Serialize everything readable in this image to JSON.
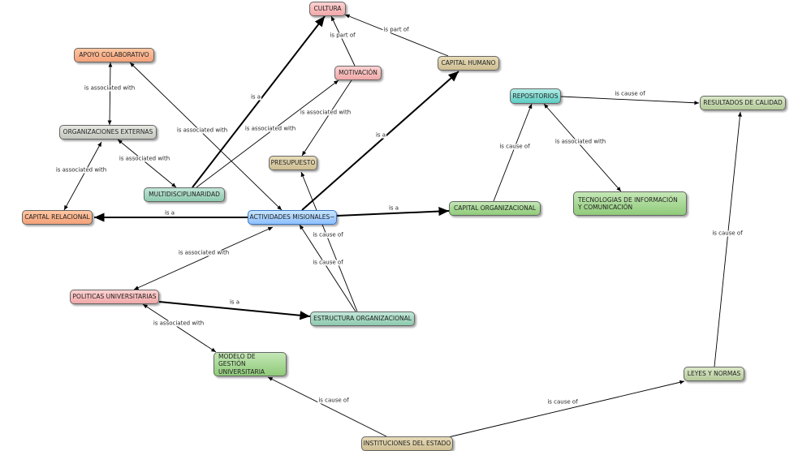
{
  "nodes": {
    "cultura": "CULTURA",
    "capital_humano": "CAPITAL HUMANO",
    "motivacion": "MOTIVACIÓN",
    "apoyo_colaborativo": "APOYO COLABORATIVO",
    "repositorios": "REPOSITORIOS",
    "resultados_calidad": "RESULTADOS DE CALIDAD",
    "organizaciones_externas": "ORGANIZACIONES EXTERNAS",
    "presupuesto": "PRESUPUESTO",
    "multidisciplinaridad": "MULTIDISCIPLINARIDAD",
    "tecnologias": "TECNOLOGIAS DE INFORMACIÓN Y COMUNICACIÓN",
    "capital_relacional": "CAPITAL RELACIONAL",
    "actividades_misionales": "ACTIVIDADES MISIONALES~",
    "capital_organizacional": "CAPITAL ORGANIZACIONAL",
    "politicas_universitarias": "POLITICAS UNIVERSITARIAS",
    "estructura_organizacional": "ESTRUCTURA ORGANIZACIONAL",
    "modelo_gestion": "MODELO DE GESTIÓN UNIVERSITARIA",
    "leyes_normas": "LEYES Y NORMAS",
    "instituciones_estado": "INSTITUCIONES DEL ESTADO"
  },
  "edge_labels": {
    "is_a": "is a",
    "is_part_of": "is part of",
    "is_associated_with": "is associated with",
    "is_cause_of": "is cause of"
  },
  "colors": {
    "line": "#000000",
    "salmon": "#f4a27a",
    "pink": "#f0a8a8",
    "khaki": "#cdbd92",
    "gray": "#c2c6bd",
    "teal": "#8ccaae",
    "cyan": "#5ccdc3",
    "blue": "#8ec0ff",
    "green": "#8fcb79",
    "olive": "#b4c99a"
  }
}
